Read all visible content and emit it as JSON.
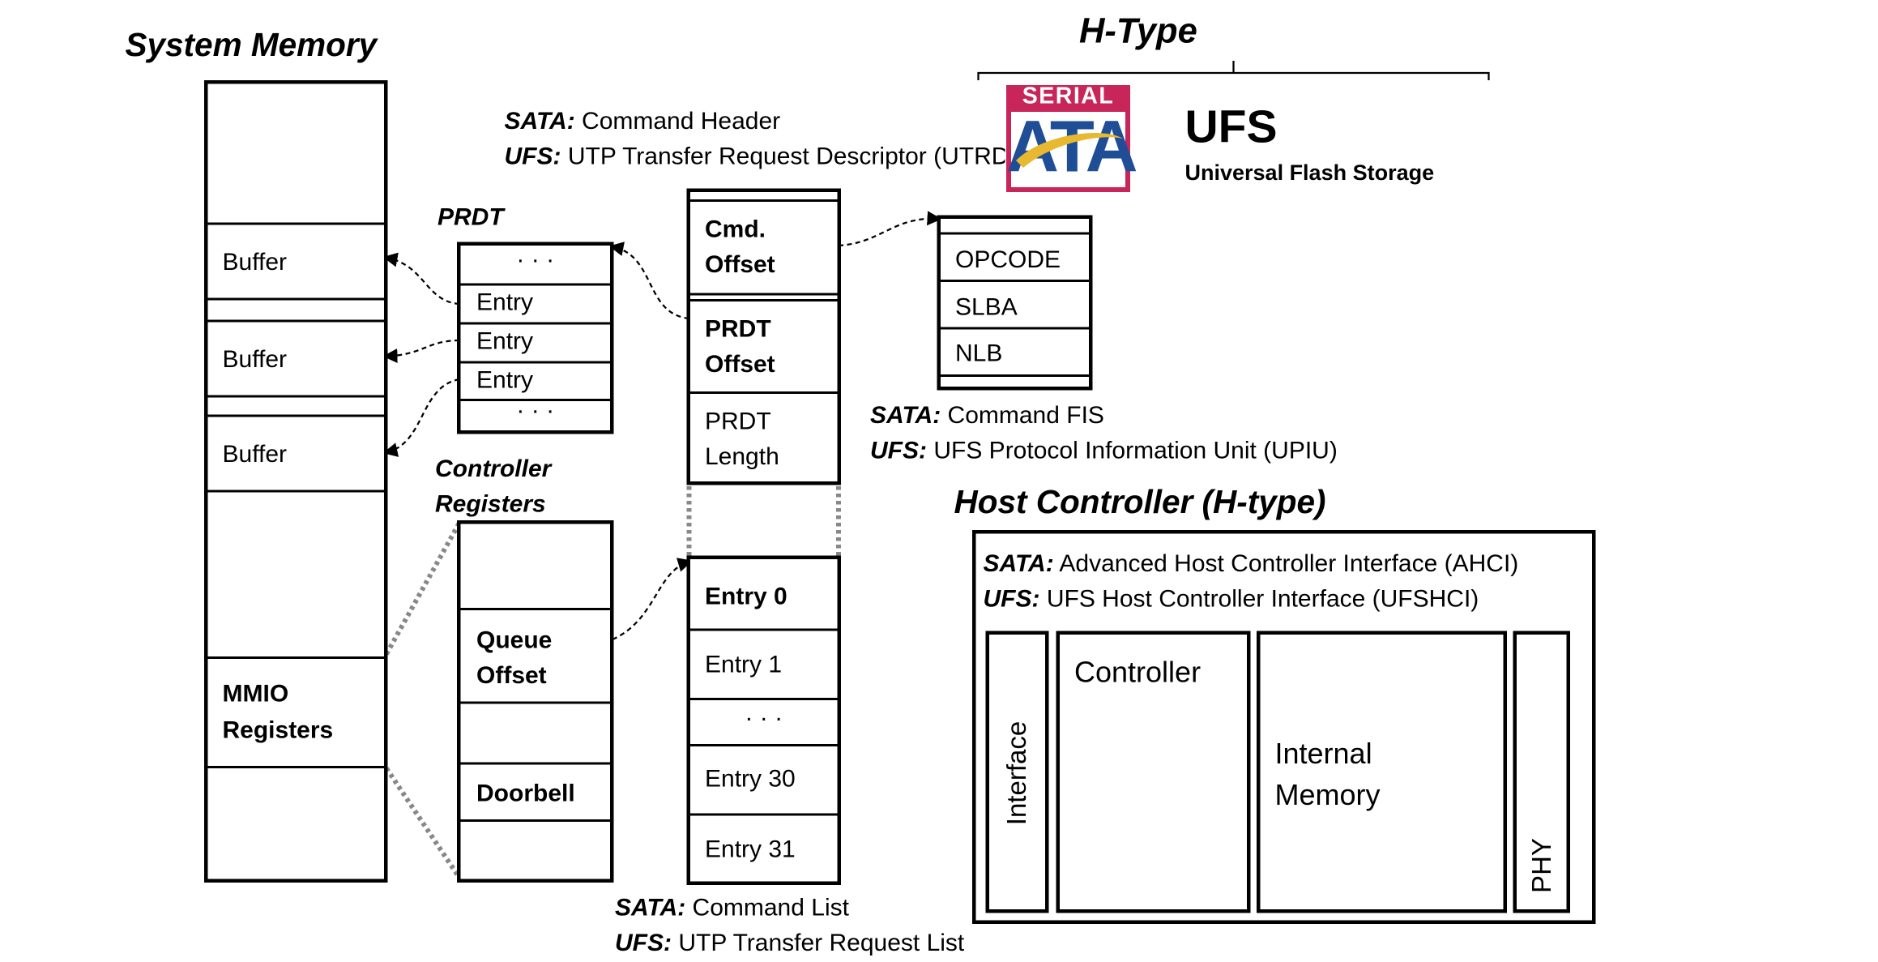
{
  "titles": {
    "system_memory": "System Memory",
    "h_type": "H-Type",
    "prdt": "PRDT",
    "controller_registers_1": "Controller",
    "controller_registers_2": "Registers",
    "host_controller": "Host Controller (H-type)"
  },
  "logos": {
    "sata_logo_top": "SERIAL",
    "sata_logo_main": "ATA",
    "ufs_title": "UFS",
    "ufs_subtitle": "Universal Flash Storage"
  },
  "captions": {
    "command_header": {
      "sata_label": "SATA:",
      "sata_text": " Command Header",
      "ufs_label": "UFS:",
      "ufs_text": " UTP Transfer Request Descriptor (UTRD)"
    },
    "command_fis": {
      "sata_label": "SATA:",
      "sata_text": " Command FIS",
      "ufs_label": "UFS:",
      "ufs_text": " UFS Protocol Information Unit (UPIU)"
    },
    "command_list": {
      "sata_label": "SATA:",
      "sata_text": " Command List",
      "ufs_label": "UFS:",
      "ufs_text": " UTP Transfer Request List"
    },
    "host_interface": {
      "sata_label": "SATA:",
      "sata_text": " Advanced Host Controller Interface (AHCI)",
      "ufs_label": "UFS:",
      "ufs_text": " UFS Host Controller Interface (UFSHCI)"
    }
  },
  "system_memory": {
    "buffer_1": "Buffer",
    "buffer_2": "Buffer",
    "buffer_3": "Buffer",
    "mmio_1": "MMIO",
    "mmio_2": "Registers"
  },
  "prdt": {
    "dots_top": "· · ·",
    "entry_1": "Entry",
    "entry_2": "Entry",
    "entry_3": "Entry",
    "dots_bottom": "· · ·"
  },
  "controller_registers": {
    "queue_offset_1": "Queue",
    "queue_offset_2": "Offset",
    "doorbell": "Doorbell"
  },
  "command_header": {
    "cmd_offset_1": "Cmd.",
    "cmd_offset_2": "Offset",
    "prdt_offset_1": "PRDT",
    "prdt_offset_2": "Offset",
    "prdt_length_1": "PRDT",
    "prdt_length_2": "Length"
  },
  "command_fis": {
    "opcode": "OPCODE",
    "slba": "SLBA",
    "nlb": "NLB"
  },
  "command_list": {
    "entry_0": "Entry 0",
    "entry_1": "Entry 1",
    "dots": "· · ·",
    "entry_30": "Entry 30",
    "entry_31": "Entry 31"
  },
  "host_controller": {
    "interface": "Interface",
    "controller": "Controller",
    "internal_memory_1": "Internal",
    "internal_memory_2": "Memory",
    "phy": "PHY"
  },
  "colors": {
    "sata_red": "#c8265a",
    "sata_blue": "#1f4e96",
    "sata_gold": "#e8b830",
    "dotted_gray": "#888888"
  }
}
